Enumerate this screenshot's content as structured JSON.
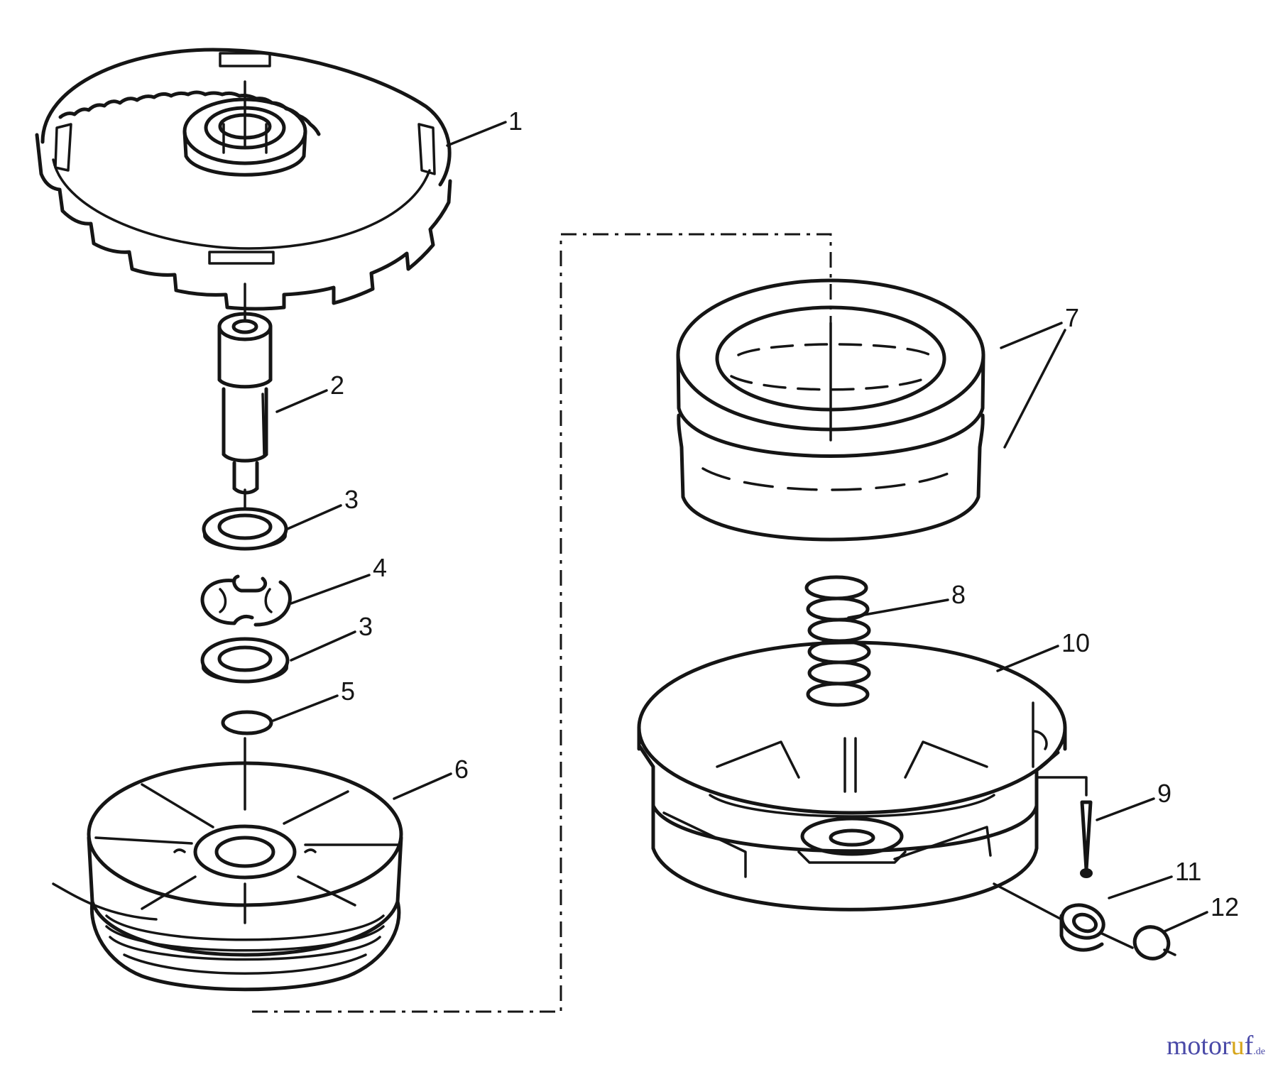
{
  "callouts": [
    {
      "id": "c1",
      "label": "1"
    },
    {
      "id": "c2",
      "label": "2"
    },
    {
      "id": "c3a",
      "label": "3"
    },
    {
      "id": "c4",
      "label": "4"
    },
    {
      "id": "c3b",
      "label": "3"
    },
    {
      "id": "c5",
      "label": "5"
    },
    {
      "id": "c6",
      "label": "6"
    },
    {
      "id": "c7",
      "label": "7"
    },
    {
      "id": "c8",
      "label": "8"
    },
    {
      "id": "c10",
      "label": "10"
    },
    {
      "id": "c9",
      "label": "9"
    },
    {
      "id": "c11",
      "label": "11"
    },
    {
      "id": "c12",
      "label": "12"
    }
  ],
  "watermark": {
    "prefix": "motor",
    "accent": "u",
    "suffix_main": "f",
    "tld": ".de"
  },
  "colors": {
    "ink": "#151515",
    "watermark": "#4a4aa8",
    "watermark_accent": "#d6a51a"
  }
}
